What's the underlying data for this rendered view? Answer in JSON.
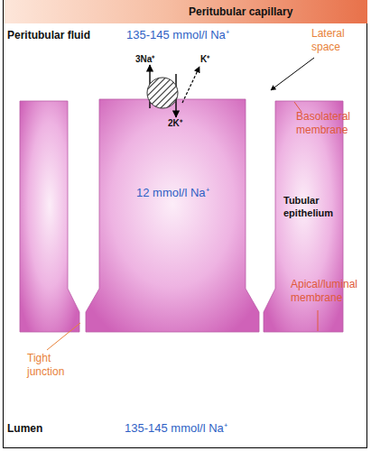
{
  "diagram": {
    "nodes": [
      {
        "text": [
          "Peritubular capillary"
        ]
      },
      {
        "text": [
          "12 mmol/l Na⁺"
        ]
      },
      {
        "text": [
          "Tubular epithelium"
        ]
      }
    ],
    "labels": [
      "Peritubular fluid",
      "135-145 mmol/l Na⁺",
      "3Na⁺",
      "K⁺",
      "2K⁺",
      "Lateral space",
      "Basolateral membrane",
      "Apical/luminal membrane",
      "Tight junction",
      "Lumen",
      "135-145 mmol/l Na⁺"
    ]
  }
}
